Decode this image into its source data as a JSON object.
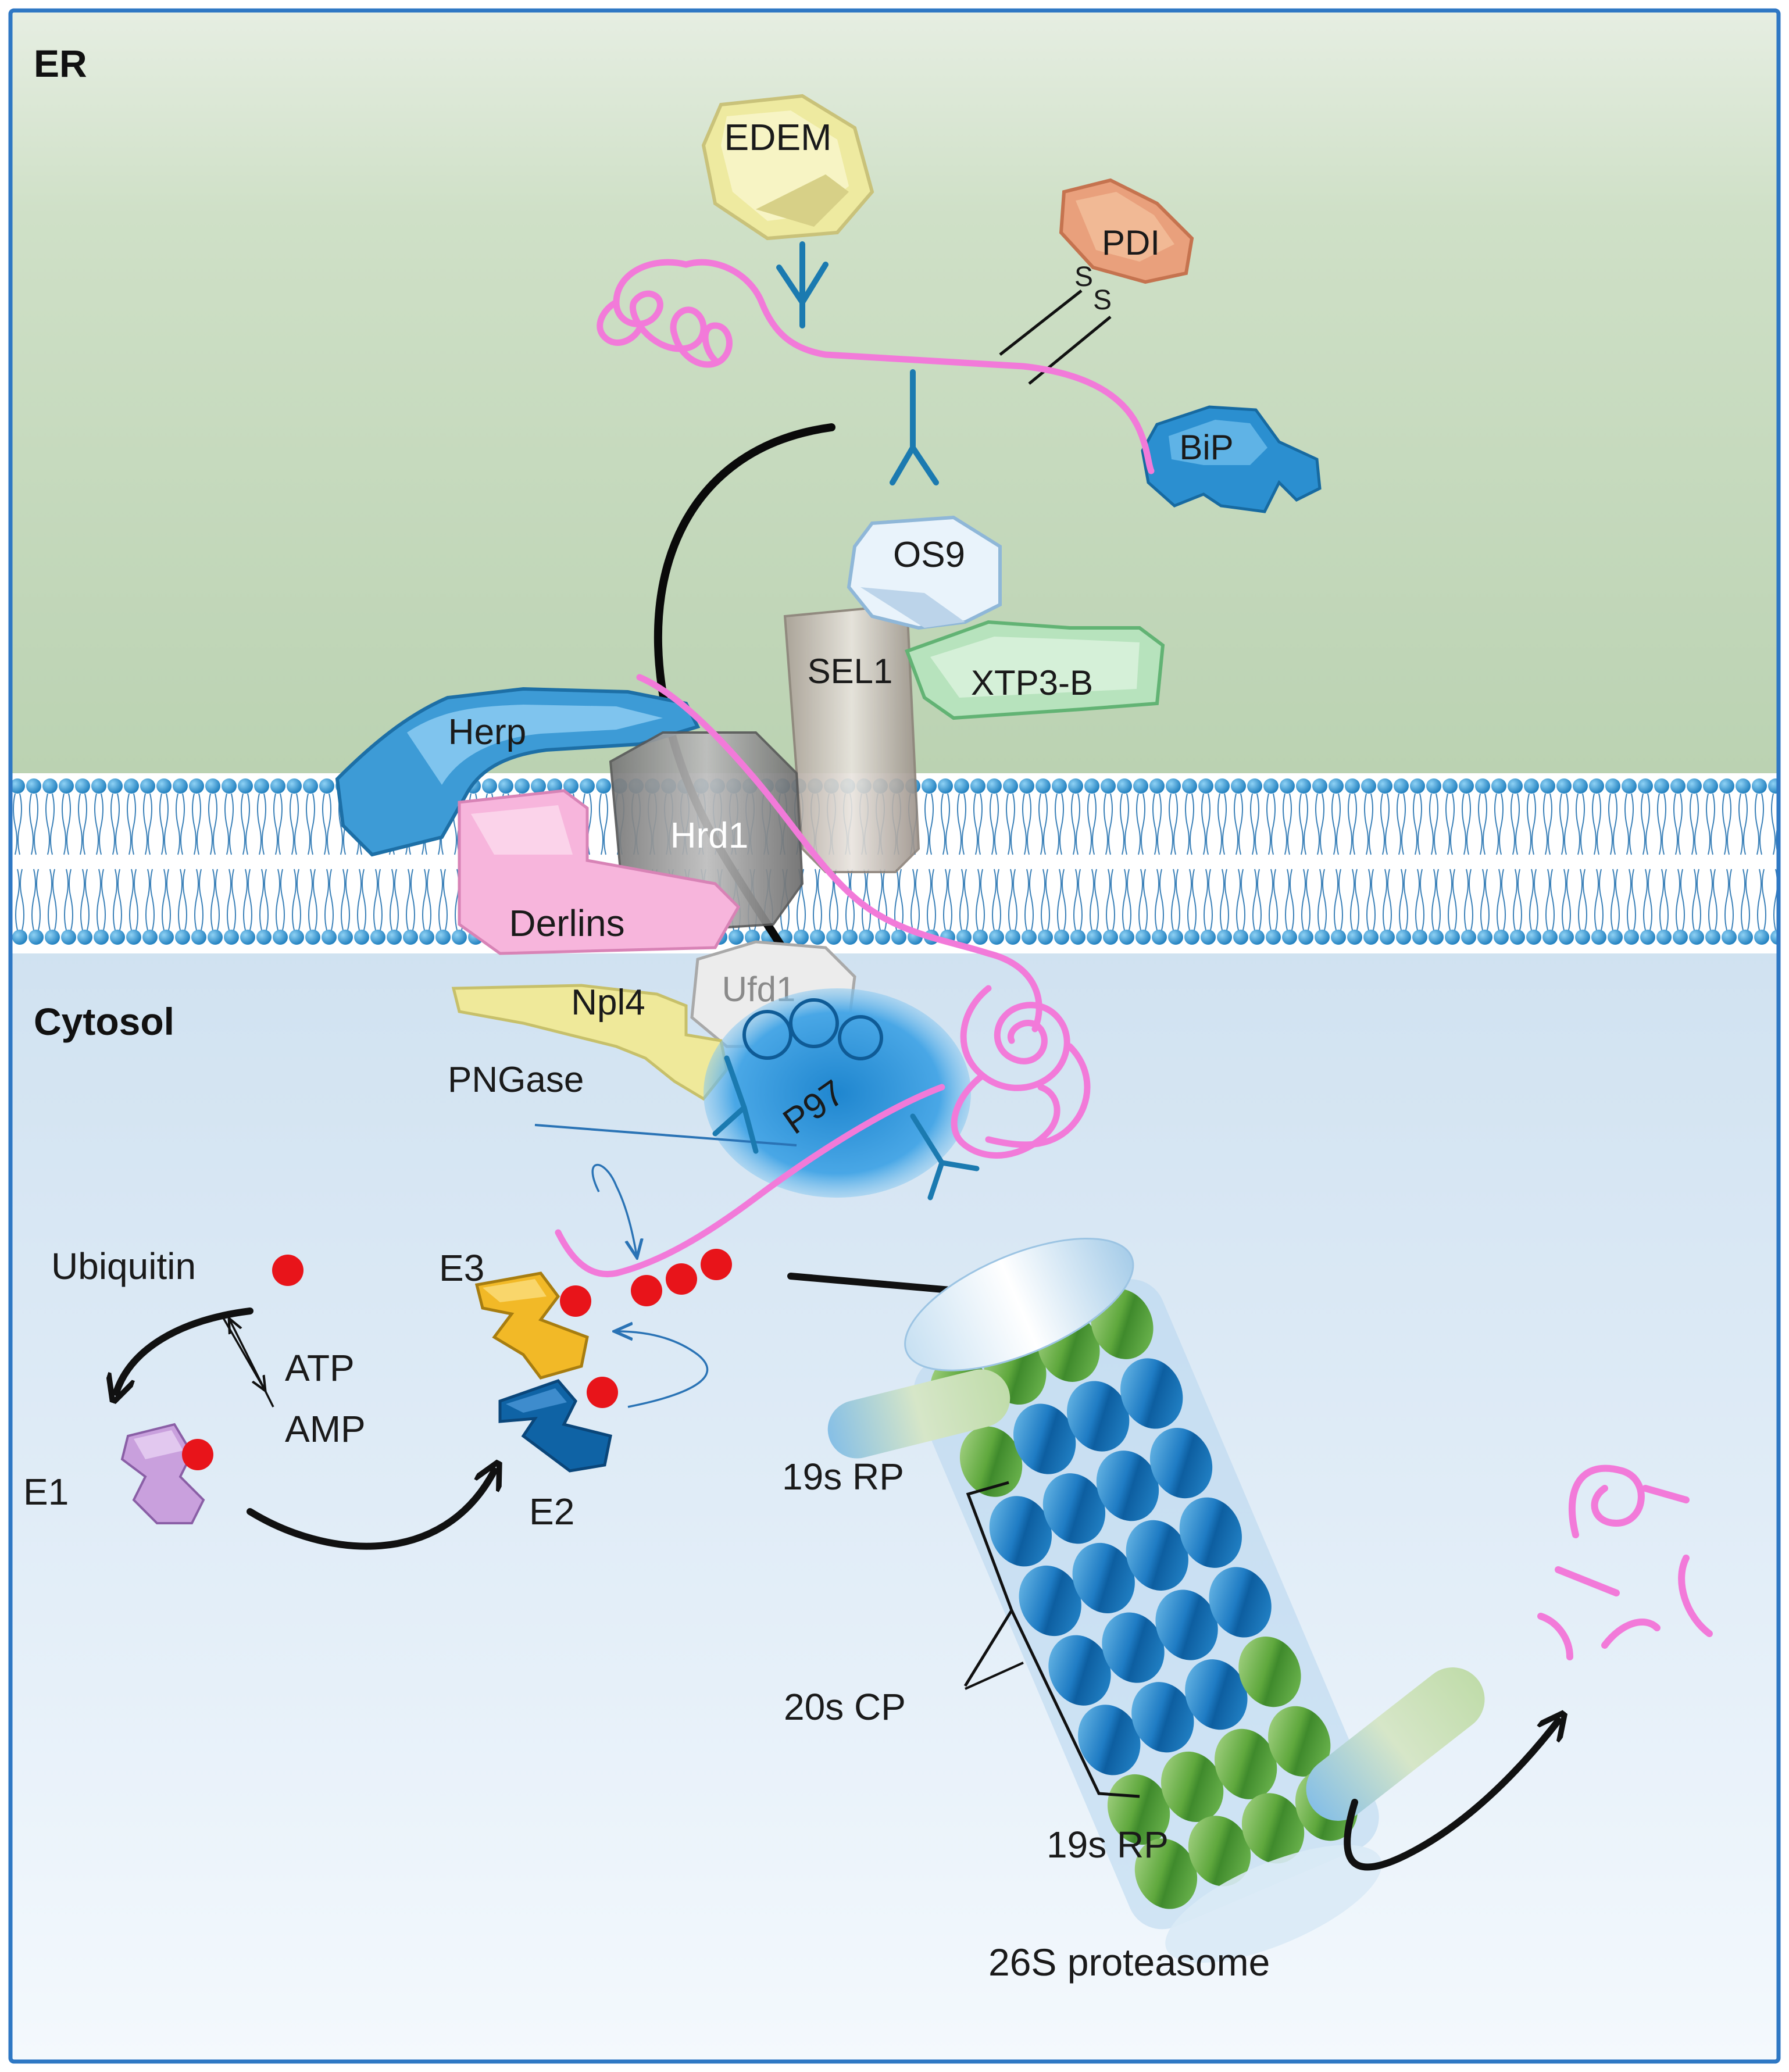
{
  "compartments": {
    "er": "ER",
    "cytosol": "Cytosol"
  },
  "proteins": {
    "edem": "EDEM",
    "pdi": "PDI",
    "bip": "BiP",
    "os9": "OS9",
    "sel1": "SEL1",
    "xtp3b": "XTP3-B",
    "herp": "Herp",
    "hrd1": "Hrd1",
    "derlins": "Derlins",
    "ufd1": "Ufd1",
    "npl4": "Npl4",
    "pngase": "PNGase",
    "p97": "P97"
  },
  "disulfide": {
    "s1": "S",
    "s2": "S"
  },
  "ubiquitination": {
    "ubiquitin": "Ubiquitin",
    "atp": "ATP",
    "amp": "AMP",
    "e1": "E1",
    "e2": "E2",
    "e3": "E3"
  },
  "proteasome": {
    "rp_top": "19s RP",
    "cp": "20s CP",
    "rp_bottom": "19s RP",
    "name": "26S proteasome"
  },
  "colors": {
    "er_lumen": "#c9dcc2",
    "cytosol": "#dceaf5",
    "membrane_head": "#3f9fd6",
    "substrate": "#f27ad9",
    "ubiquitin": "#e8141a",
    "proteasome_blue": "#1f7cc4",
    "proteasome_green": "#6fb04a",
    "frame": "#2f78c4"
  }
}
